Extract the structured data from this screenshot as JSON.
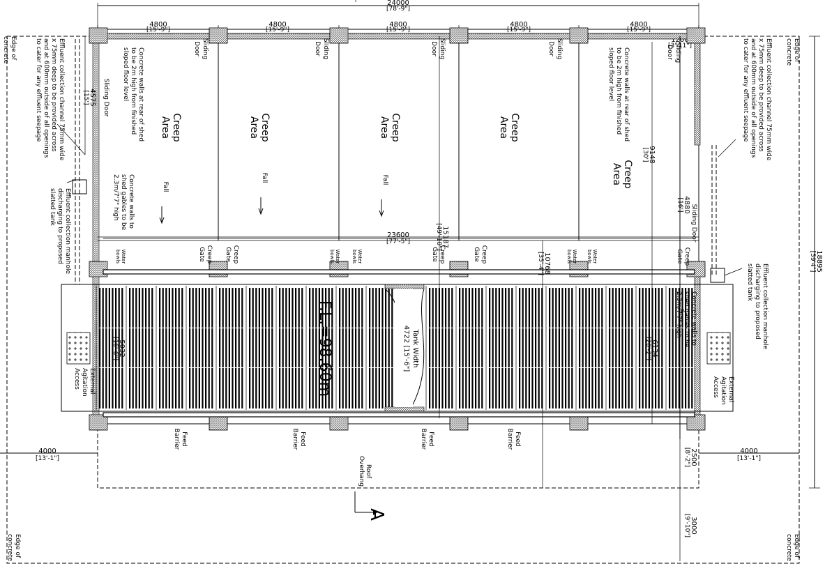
{
  "overall_dims": {
    "width": "24000",
    "width_imp": "[78'-9\"]",
    "inner": "23600",
    "inner_imp": "[77'-5\"]"
  },
  "bay_dim": {
    "mm": "4800",
    "imp": "[15'-9\"]"
  },
  "end_dim": {
    "mm": "1200",
    "imp": "[3'-11\"]"
  },
  "creep_area": [
    "Creep",
    "Area"
  ],
  "fall": "Fall",
  "sliding_door": [
    "Sliding",
    "Door"
  ],
  "sliding_door_1line": "Sliding Door",
  "creep_gate": [
    "Creep",
    "Gate"
  ],
  "water_bowls": [
    "Water",
    "bowls"
  ],
  "feed_barrier": [
    "Feed",
    "Barrier"
  ],
  "roof_overhang": [
    "Roof",
    "Overhang"
  ],
  "section_marker": "A",
  "floor_level": "F.L.=98.60m",
  "tank_width": [
    "Tank Width",
    "4722 [15'-6\"]"
  ],
  "rear_walls_note": [
    "Concrete walls at rear of shed",
    "to be 2m high from finished",
    "sloped floor level"
  ],
  "gable_walls_note": [
    "Concrete walls to",
    "shed gables to be",
    "2.3m/7'7\" high"
  ],
  "effluent_channel_note": [
    "Effluent collection channel 75mm wide",
    "x 75mm deep to be provided across",
    "and at 600mm outside of all openings",
    "to cater for any effluent seepage"
  ],
  "manhole_note": [
    "Effluent collection manhole",
    "discharging to proposed",
    "slatted tank"
  ],
  "edge_of_concrete": [
    "Edge of",
    "concrete"
  ],
  "external_agitation": [
    "External",
    "Agitation",
    "Access"
  ],
  "dims": {
    "d4575": "4575",
    "d4575i": "[15']",
    "d9148": "9148",
    "d9148i": "[30']",
    "d4880": "4880",
    "d4880i": "[16']",
    "d15187": "15187",
    "d15187i": "[49'-10\"]",
    "d18895": "18895",
    "d18895i": "[59'4\"]",
    "d10768": "10768",
    "d10768i": "[35'-4\"]",
    "d5032": "5032",
    "d5032i": "[16'-6\"]",
    "d6134": "6134",
    "d6134i": "[20'-2\"]",
    "d4000": "4000",
    "d4000i": "[13'-1\"]",
    "d2500": "2500",
    "d2500i": "[8'-2\"]",
    "d3000": "3000",
    "d3000i": "[9'-10\"]"
  }
}
